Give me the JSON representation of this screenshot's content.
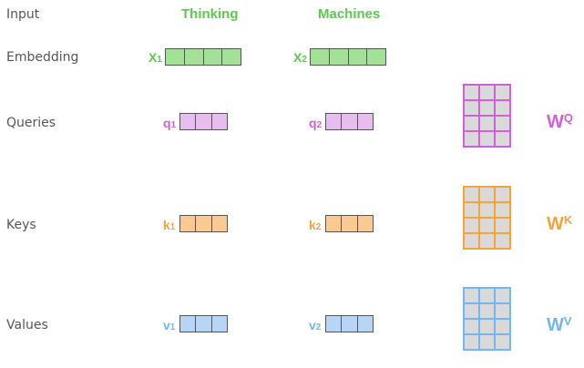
{
  "rows": {
    "input": "Input",
    "embedding": "Embedding",
    "queries": "Queries",
    "keys": "Keys",
    "values": "Values"
  },
  "words": [
    "Thinking",
    "Machines"
  ],
  "embeddings": [
    {
      "symbol": "X",
      "index": "1"
    },
    {
      "symbol": "X",
      "index": "2"
    }
  ],
  "queries": [
    {
      "symbol": "q",
      "index": "1"
    },
    {
      "symbol": "q",
      "index": "2"
    }
  ],
  "keys": [
    {
      "symbol": "k",
      "index": "1"
    },
    {
      "symbol": "k",
      "index": "2"
    }
  ],
  "values": [
    {
      "symbol": "v",
      "index": "1"
    },
    {
      "symbol": "v",
      "index": "2"
    }
  ],
  "weights": {
    "query": {
      "symbol": "W",
      "superscript": "Q"
    },
    "key": {
      "symbol": "W",
      "superscript": "K"
    },
    "value": {
      "symbol": "W",
      "superscript": "V"
    }
  },
  "colors": {
    "green": "#5cc84f",
    "green_fill": "#a3e196",
    "purple": "#d060d8",
    "purple_fill": "#e7bcef",
    "orange": "#f7a23a",
    "orange_fill": "#fbc994",
    "blue": "#73b6f3",
    "blue_fill": "#b7d6f6",
    "matrix_cell": "#d9d9d9",
    "row_label": "#555555"
  }
}
